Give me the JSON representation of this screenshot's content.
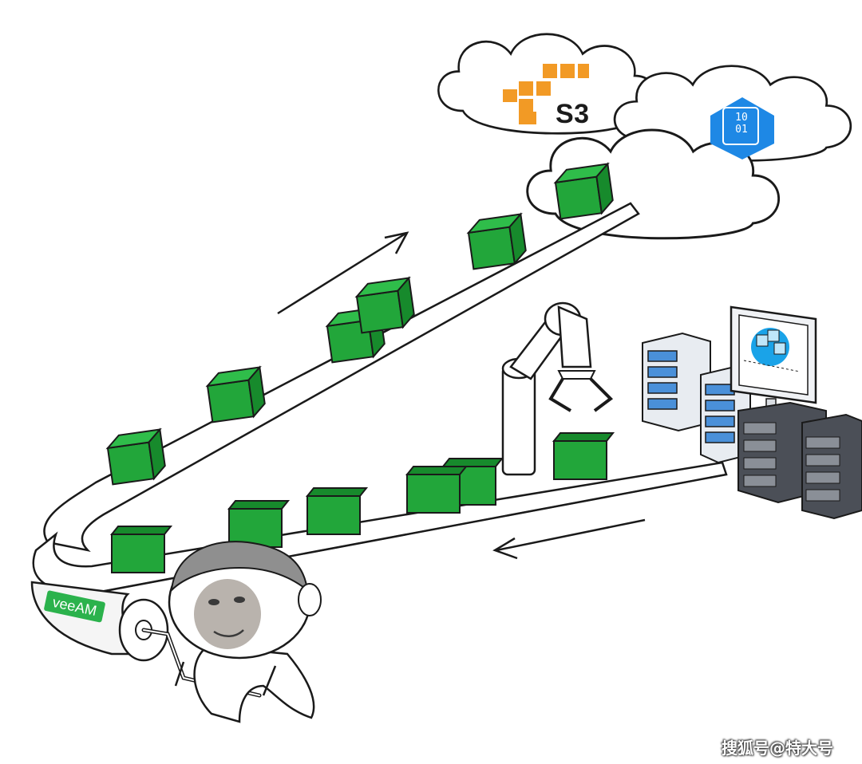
{
  "storage": {
    "s3_label": "S3",
    "azure_blob_digits": "10\n01"
  },
  "brand": {
    "veeam_label": "veeAM"
  },
  "watermark": "搜狐号@特大号",
  "colors": {
    "box_green": "#22a63a",
    "box_green_dark": "#178a2c",
    "box_green_top": "#2fbd4a",
    "aws_orange": "#f29a25",
    "azure_blue": "#1e88e5",
    "server_blue": "#4a90d9",
    "server_dark": "#4b4f57",
    "outline": "#1a1a1a"
  },
  "icons": [
    "aws-s3-icon",
    "azure-blob-icon",
    "robot-arm-icon",
    "server-rack-icon",
    "monitor-icon",
    "arrow-up-icon",
    "arrow-down-icon",
    "veeam-logo-icon"
  ]
}
